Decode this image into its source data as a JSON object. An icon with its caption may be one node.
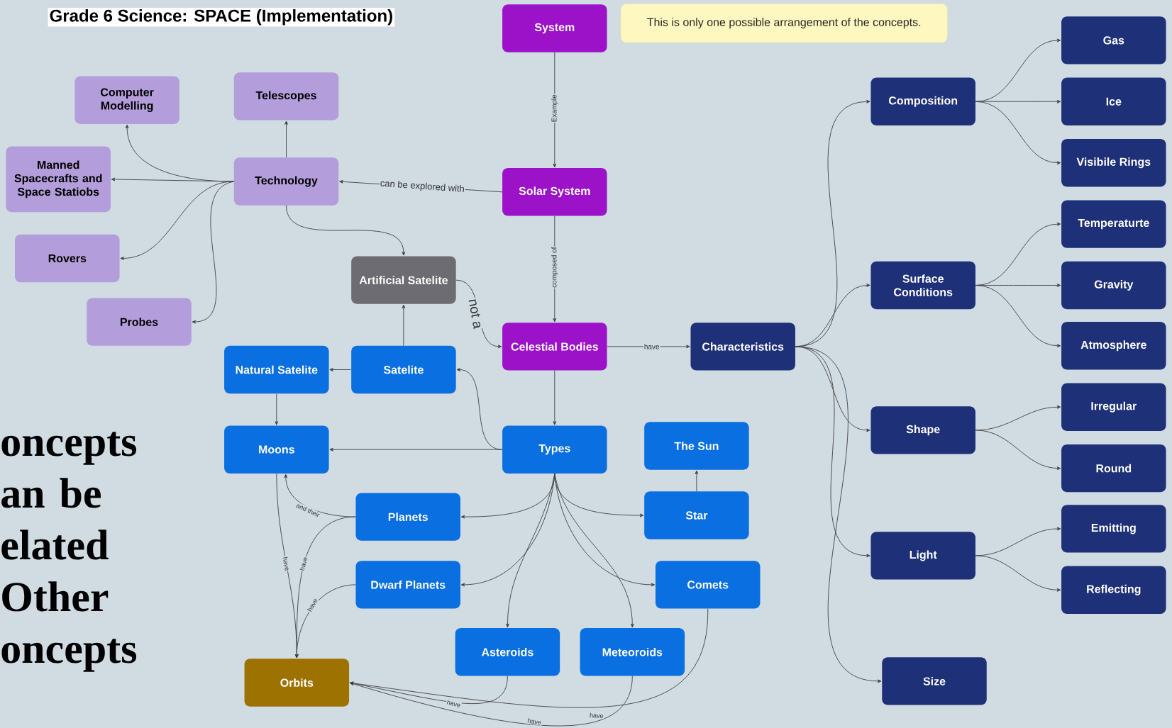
{
  "diagram": {
    "title": "Grade 6 Science: SPACE (Implementation)",
    "nodes": [
      {
        "text": [
          "System"
        ]
      },
      {
        "text": [
          "This is only one possible arrangement of the concepts."
        ]
      },
      {
        "text": [
          "Computer Modelling"
        ]
      },
      {
        "text": [
          "Telescopes"
        ]
      },
      {
        "text": [
          "Manned Spacecrafts and Space Statiobs"
        ]
      },
      {
        "text": [
          "Technology"
        ]
      },
      {
        "text": [
          "Solar System"
        ]
      },
      {
        "text": [
          "Rovers"
        ]
      },
      {
        "text": [
          "Artificial Satelite"
        ]
      },
      {
        "text": [
          "Probes"
        ]
      },
      {
        "text": [
          "Celestial Bodies"
        ]
      },
      {
        "text": [
          "Characteristics"
        ]
      },
      {
        "text": [
          "Natural Satelite"
        ]
      },
      {
        "text": [
          "Satelite"
        ]
      },
      {
        "text": [
          "Moons"
        ]
      },
      {
        "text": [
          "Types"
        ]
      },
      {
        "text": [
          "The Sun"
        ]
      },
      {
        "text": [
          "Planets"
        ]
      },
      {
        "text": [
          "Star"
        ]
      },
      {
        "text": [
          "Dwarf Planets"
        ]
      },
      {
        "text": [
          "Comets"
        ]
      },
      {
        "text": [
          "Asteroids"
        ]
      },
      {
        "text": [
          "Meteoroids"
        ]
      },
      {
        "text": [
          "Orbits"
        ]
      },
      {
        "text": [
          "Composition"
        ]
      },
      {
        "text": [
          "Gas"
        ]
      },
      {
        "text": [
          "Ice"
        ]
      },
      {
        "text": [
          "Visibile Rings"
        ]
      },
      {
        "text": [
          "Surface Conditions"
        ]
      },
      {
        "text": [
          "Temperaturte"
        ]
      },
      {
        "text": [
          "Gravity"
        ]
      },
      {
        "text": [
          "Atmosphere"
        ]
      },
      {
        "text": [
          "Shape"
        ]
      },
      {
        "text": [
          "Irregular"
        ]
      },
      {
        "text": [
          "Round"
        ]
      },
      {
        "text": [
          "Light"
        ]
      },
      {
        "text": [
          "Emitting"
        ]
      },
      {
        "text": [
          "Reflecting"
        ]
      },
      {
        "text": [
          "Size"
        ]
      }
    ],
    "edges": [
      {
        "from": 0,
        "to": 6,
        "arrow": "to",
        "label": "Example"
      },
      {
        "from": 6,
        "to": 5,
        "arrow": "to",
        "label": "can be explored with"
      },
      {
        "from": 5,
        "to": 3,
        "arrow": "to"
      },
      {
        "from": 5,
        "to": 2,
        "arrow": "to"
      },
      {
        "from": 5,
        "to": 4,
        "arrow": "to"
      },
      {
        "from": 5,
        "to": 7,
        "arrow": "to"
      },
      {
        "from": 5,
        "to": 9,
        "arrow": "to"
      },
      {
        "from": 5,
        "to": 8,
        "arrow": "to"
      },
      {
        "from": 6,
        "to": 10,
        "arrow": "to",
        "label": "composed of"
      },
      {
        "from": 8,
        "to": 10,
        "arrow": "to",
        "label": "not a"
      },
      {
        "from": 10,
        "to": 11,
        "arrow": "to",
        "label": "have"
      },
      {
        "from": 10,
        "to": 15,
        "arrow": "to"
      },
      {
        "from": 13,
        "to": 8,
        "arrow": "to"
      },
      {
        "from": 13,
        "to": 12,
        "arrow": "to"
      },
      {
        "from": 15,
        "to": 13,
        "arrow": "to"
      },
      {
        "from": 12,
        "to": 14,
        "arrow": "to"
      },
      {
        "from": 15,
        "to": 14,
        "arrow": "to"
      },
      {
        "from": 15,
        "to": 17,
        "arrow": "to"
      },
      {
        "from": 15,
        "to": 18,
        "arrow": "to"
      },
      {
        "from": 15,
        "to": 19,
        "arrow": "to"
      },
      {
        "from": 15,
        "to": 20,
        "arrow": "to"
      },
      {
        "from": 15,
        "to": 21,
        "arrow": "to"
      },
      {
        "from": 15,
        "to": 22,
        "arrow": "to"
      },
      {
        "from": 18,
        "to": 16,
        "arrow": "to"
      },
      {
        "from": 17,
        "to": 14,
        "arrow": "to",
        "label": "and their"
      },
      {
        "from": 14,
        "to": 23,
        "arrow": "to",
        "label": "have"
      },
      {
        "from": 17,
        "to": 23,
        "arrow": "to",
        "label": "have"
      },
      {
        "from": 19,
        "to": 23,
        "arrow": "to",
        "label": "have"
      },
      {
        "from": 21,
        "to": 23,
        "arrow": "to",
        "label": "have"
      },
      {
        "from": 22,
        "to": 23,
        "arrow": "to",
        "label": "have"
      },
      {
        "from": 20,
        "to": 23,
        "arrow": "to",
        "label": "have"
      },
      {
        "from": 11,
        "to": 24,
        "arrow": "to"
      },
      {
        "from": 11,
        "to": 28,
        "arrow": "to"
      },
      {
        "from": 11,
        "to": 32,
        "arrow": "to"
      },
      {
        "from": 11,
        "to": 35,
        "arrow": "to"
      },
      {
        "from": 11,
        "to": 38,
        "arrow": "to"
      },
      {
        "from": 24,
        "to": 25,
        "arrow": "to"
      },
      {
        "from": 24,
        "to": 26,
        "arrow": "to"
      },
      {
        "from": 24,
        "to": 27,
        "arrow": "to"
      },
      {
        "from": 28,
        "to": 29,
        "arrow": "to"
      },
      {
        "from": 28,
        "to": 30,
        "arrow": "to"
      },
      {
        "from": 28,
        "to": 31,
        "arrow": "to"
      },
      {
        "from": 32,
        "to": 33,
        "arrow": "to"
      },
      {
        "from": 32,
        "to": 34,
        "arrow": "to"
      },
      {
        "from": 35,
        "to": 36,
        "arrow": "to"
      },
      {
        "from": 35,
        "to": 37,
        "arrow": "to"
      }
    ],
    "labels": [
      "oncepts an be elated Other oncepts"
    ]
  }
}
